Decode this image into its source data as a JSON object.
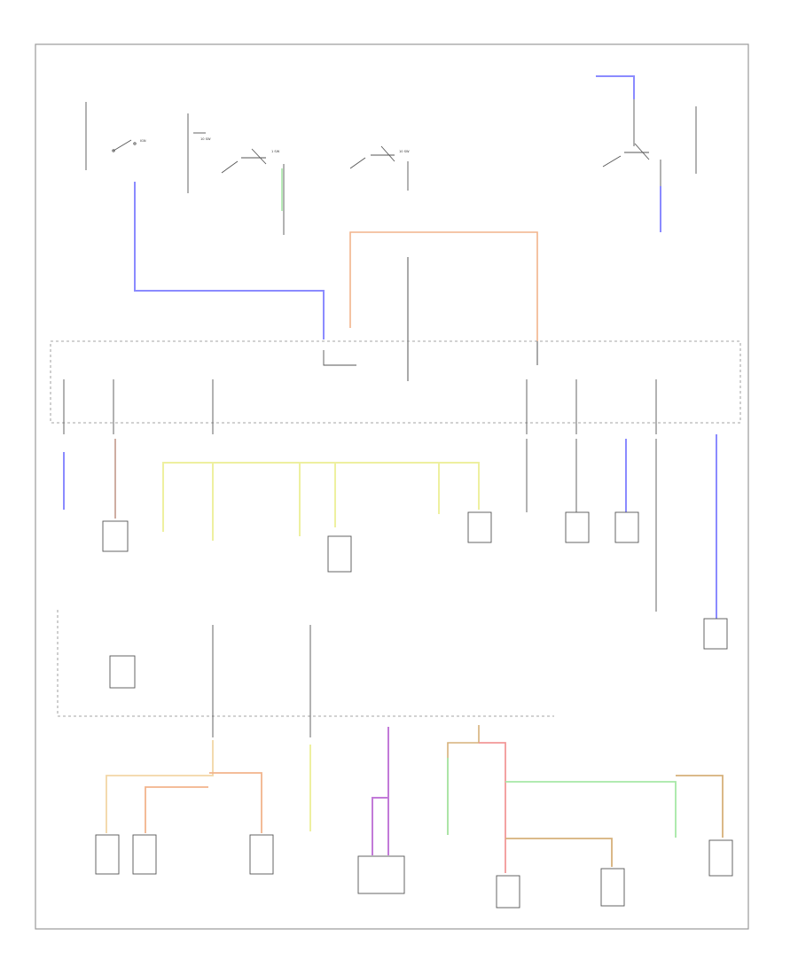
{
  "colors": {
    "frame": "#9a9a9a",
    "line": "#555555",
    "dash": "#888888",
    "blue": "#8b8bff",
    "orange": "#f2b48c",
    "yellow": "#eef0a0",
    "green": "#a6e8a6",
    "violet": "#c27ad8",
    "pink": "#f29898",
    "brown": "#b88a7a",
    "tan": "#d6b07a",
    "tan_light": "#f2d6a6"
  },
  "labels": {
    "switch_tl": "IGN",
    "ct1": "10 SW",
    "ct2": "1 SW",
    "ct3": "10 SW"
  }
}
